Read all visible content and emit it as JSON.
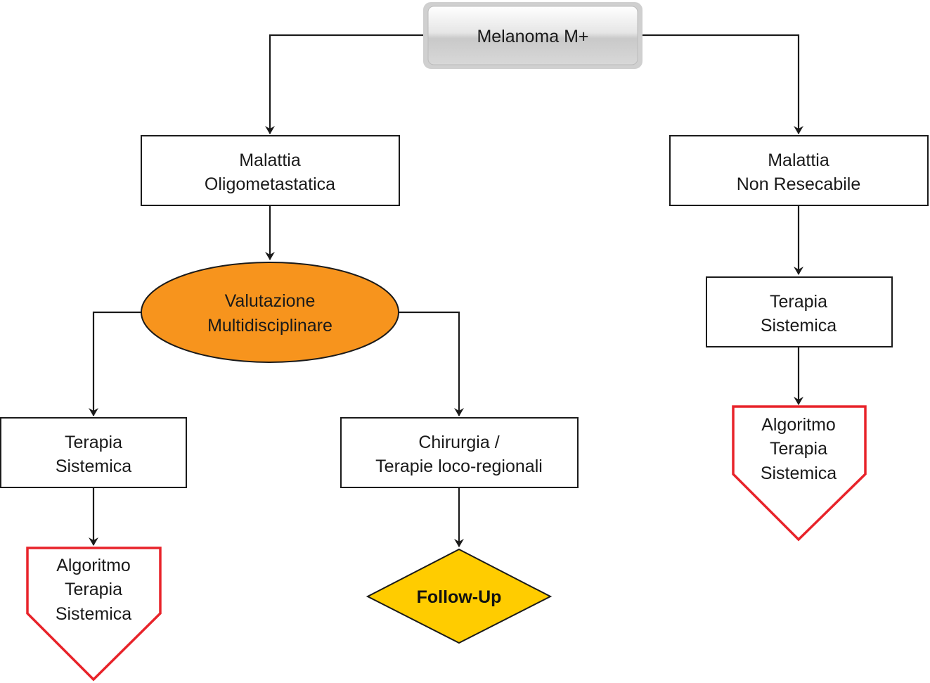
{
  "nodes": {
    "root": {
      "lines": [
        "Melanoma M+"
      ]
    },
    "oligo": {
      "lines": [
        "Malattia",
        "Oligometastatica"
      ]
    },
    "nonres": {
      "lines": [
        "Malattia",
        "Non Resecabile"
      ]
    },
    "valutazione": {
      "lines": [
        "Valutazione",
        "Multidisciplinare"
      ]
    },
    "terapia_left": {
      "lines": [
        "Terapia",
        "Sistemica"
      ]
    },
    "chirurgia": {
      "lines": [
        "Chirurgia /",
        "Terapie loco-regionali"
      ]
    },
    "terapia_right": {
      "lines": [
        "Terapia",
        "Sistemica"
      ]
    },
    "algo_left": {
      "lines": [
        "Algoritmo",
        "Terapia",
        "Sistemica"
      ]
    },
    "followup": {
      "lines": [
        "Follow-Up"
      ]
    },
    "algo_right": {
      "lines": [
        "Algoritmo",
        "Terapia",
        "Sistemica"
      ]
    }
  },
  "colors": {
    "valutazione_fill": "#F7941D",
    "followup_fill": "#FFCC00",
    "offpage_stroke": "#E8232A",
    "line": "#1a1a1a"
  }
}
